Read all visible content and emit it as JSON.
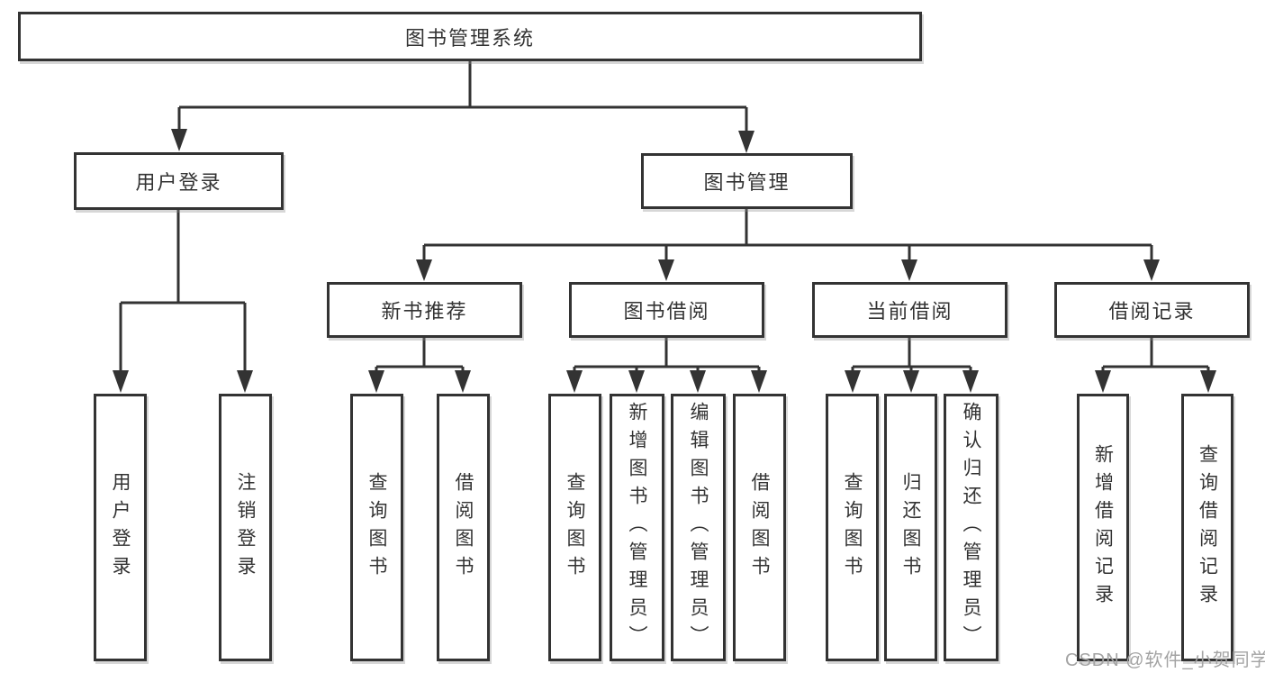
{
  "diagram": {
    "tree": {
      "label": "图书管理系统",
      "children": [
        {
          "label": "用户登录",
          "children": [
            {
              "label": "用户登录"
            },
            {
              "label": "注销登录"
            }
          ]
        },
        {
          "label": "图书管理",
          "children": [
            {
              "label": "新书推荐",
              "children": [
                {
                  "label": "查询图书"
                },
                {
                  "label": "借阅图书"
                }
              ]
            },
            {
              "label": "图书借阅",
              "children": [
                {
                  "label": "查询图书"
                },
                {
                  "label": "新增图书（管理员）"
                },
                {
                  "label": "编辑图书（管理员）"
                },
                {
                  "label": "借阅图书"
                }
              ]
            },
            {
              "label": "当前借阅",
              "children": [
                {
                  "label": "查询图书"
                },
                {
                  "label": "归还图书"
                },
                {
                  "label": "确认归还（管理员）"
                }
              ]
            },
            {
              "label": "借阅记录",
              "children": [
                {
                  "label": "新增借阅记录"
                },
                {
                  "label": "查询借阅记录"
                }
              ]
            }
          ]
        }
      ]
    },
    "watermark": "CSDN @软件_小贺同学"
  },
  "colors": {
    "line": "#333333",
    "box_border": "#333333",
    "text": "#333333",
    "watermark_text": "#a3a3a3",
    "background": "#ffffff"
  }
}
